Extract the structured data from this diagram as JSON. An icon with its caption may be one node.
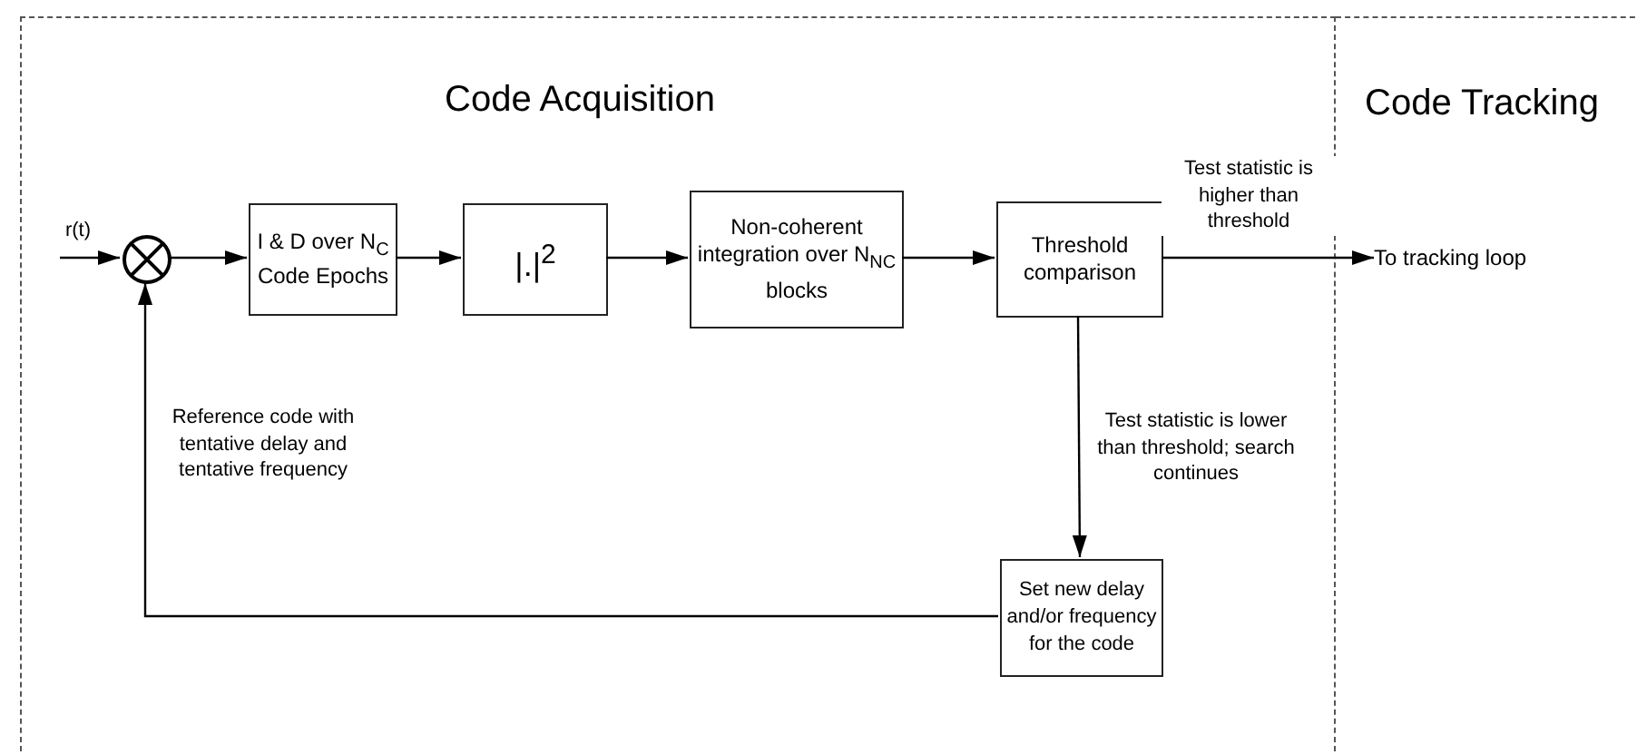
{
  "diagram": {
    "nodes": [
      {
        "text": [
          "Code Acquisition"
        ]
      },
      {
        "text": [
          "Code Tracking"
        ]
      },
      {
        "text": [],
        "shape": "circle",
        "in": 0
      },
      {
        "text": [
          "I & D over N$_{C}$ Code Epochs"
        ],
        "in": 0
      },
      {
        "text": [
          "|.|$^{2}$"
        ],
        "in": 0
      },
      {
        "text": [
          "Non-coherent integration over N$_{NC}$ blocks"
        ],
        "in": 0
      },
      {
        "text": [
          "Threshold comparison"
        ],
        "in": 0
      },
      {
        "text": [
          "Set new delay and/or frequency for the code"
        ],
        "in": 0
      },
      {
        "text": [
          "To tracking loop"
        ],
        "in": 1
      }
    ],
    "edges": [
      {
        "from": null,
        "to": 2,
        "arrow": "to",
        "label": "r(t)"
      },
      {
        "from": 2,
        "to": 3,
        "arrow": "to"
      },
      {
        "from": 3,
        "to": 4,
        "arrow": "to"
      },
      {
        "from": 4,
        "to": 5,
        "arrow": "to"
      },
      {
        "from": 5,
        "to": 6,
        "arrow": "to"
      },
      {
        "from": 6,
        "to": 8,
        "arrow": "to",
        "label": "Test statistic is higher than threshold"
      },
      {
        "from": 6,
        "to": 7,
        "arrow": "to",
        "label": "Test statistic is lower than threshold; search continues"
      },
      {
        "from": 7,
        "to": 2,
        "arrow": "to",
        "label": "Reference code with tentative delay and tentative frequency"
      }
    ]
  }
}
